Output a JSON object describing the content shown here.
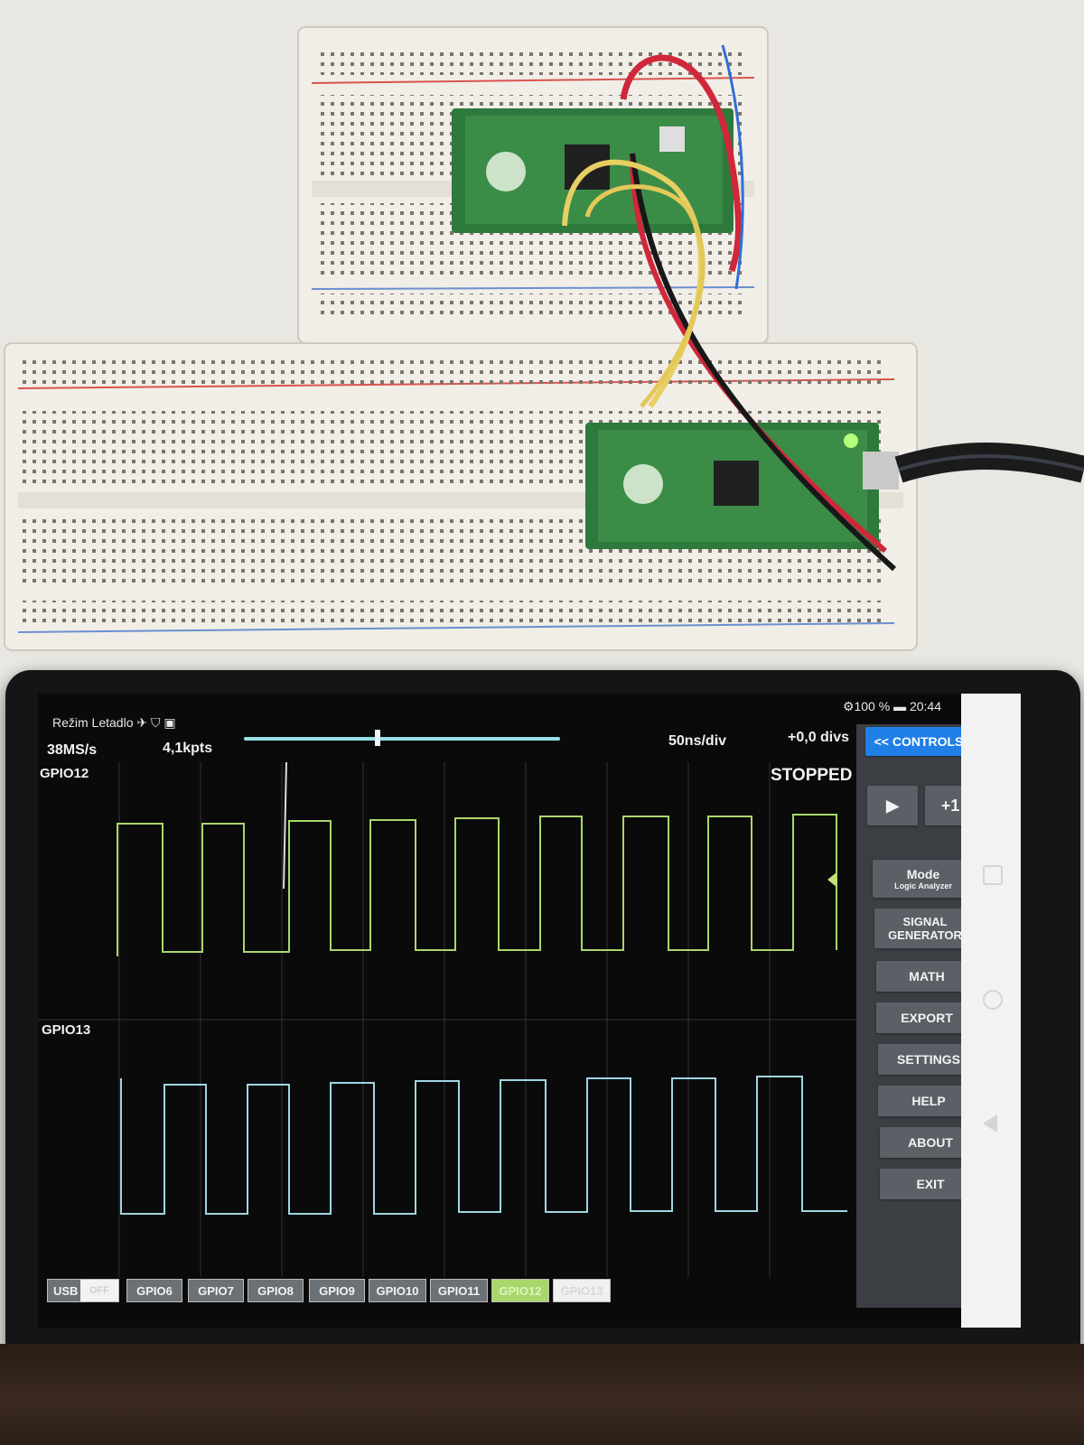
{
  "status": {
    "left": "Režim Letadlo ✈ ⛉ ▣",
    "right": "⚙100 % ▬ 20:44"
  },
  "info": {
    "sample_rate": "38MS/s",
    "points": "4,1kpts",
    "timebase": "50ns/div",
    "offset": "+0,0 divs",
    "state": "STOPPED"
  },
  "channels": {
    "ch1": {
      "label": "GPIO12",
      "color": "#a8d86a"
    },
    "ch2": {
      "label": "GPIO13",
      "color": "#9fd6e2"
    }
  },
  "controls": {
    "controls_label": "<< CONTROLS",
    "play_label": "▶",
    "single_label": "+1",
    "mode_label": "Mode",
    "mode_value": "Logic Analyzer",
    "siggen_label": "SIGNAL GENERATOR",
    "math_label": "MATH",
    "export_label": "EXPORT",
    "settings_label": "SETTINGS",
    "help_label": "HELP",
    "about_label": "ABOUT",
    "exit_label": "EXIT"
  },
  "channel_bar": {
    "usb": "USB",
    "usb_state": "OFF",
    "items": [
      "GPIO6",
      "GPIO7",
      "GPIO8",
      "GPIO9",
      "GPIO10",
      "GPIO11",
      "GPIO12",
      "GPIO13"
    ]
  },
  "accent_colors": {
    "controls_button": "#1f7fe6",
    "panel": "#3b3f44",
    "slider": "#9adfe6"
  }
}
